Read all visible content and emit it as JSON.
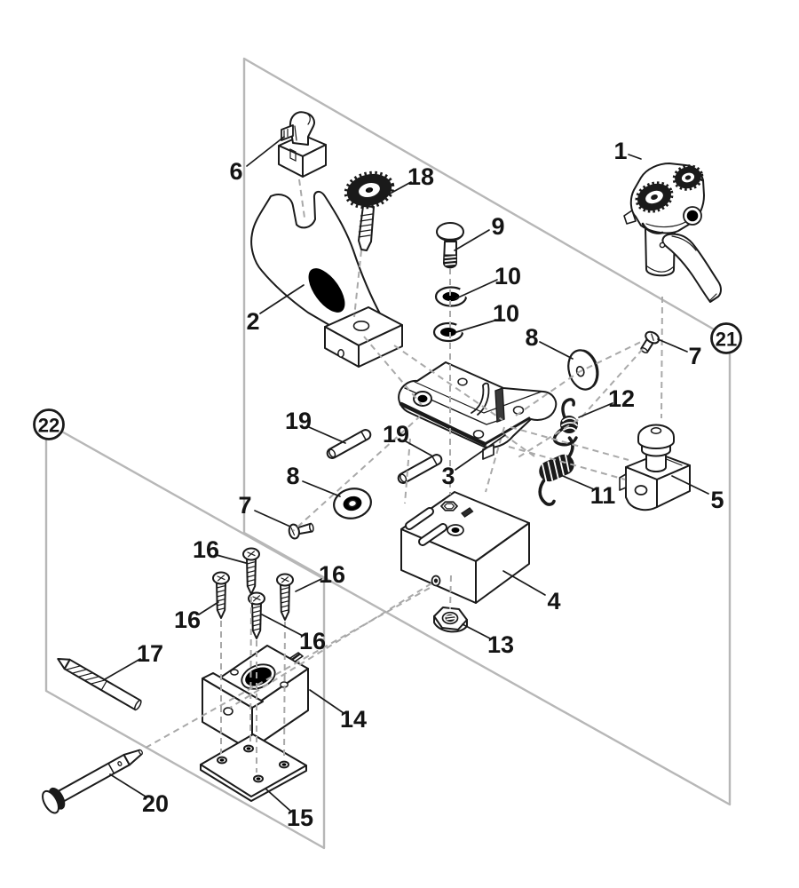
{
  "colors": {
    "background": "#ffffff",
    "line_art_ink": "#1a1a1a",
    "guide_dashes": "#a9a9a9",
    "panel_outline": "#b7b7b7"
  },
  "part_labels": [
    "6",
    "2",
    "18",
    "9",
    "10",
    "10",
    "1",
    "8",
    "7",
    "12",
    "11",
    "5",
    "3",
    "19",
    "19",
    "8",
    "7",
    "4",
    "13",
    "16",
    "16",
    "16",
    "16",
    "17",
    "14",
    "15",
    "20"
  ],
  "circled_panel_labels": [
    "21",
    "22"
  ]
}
